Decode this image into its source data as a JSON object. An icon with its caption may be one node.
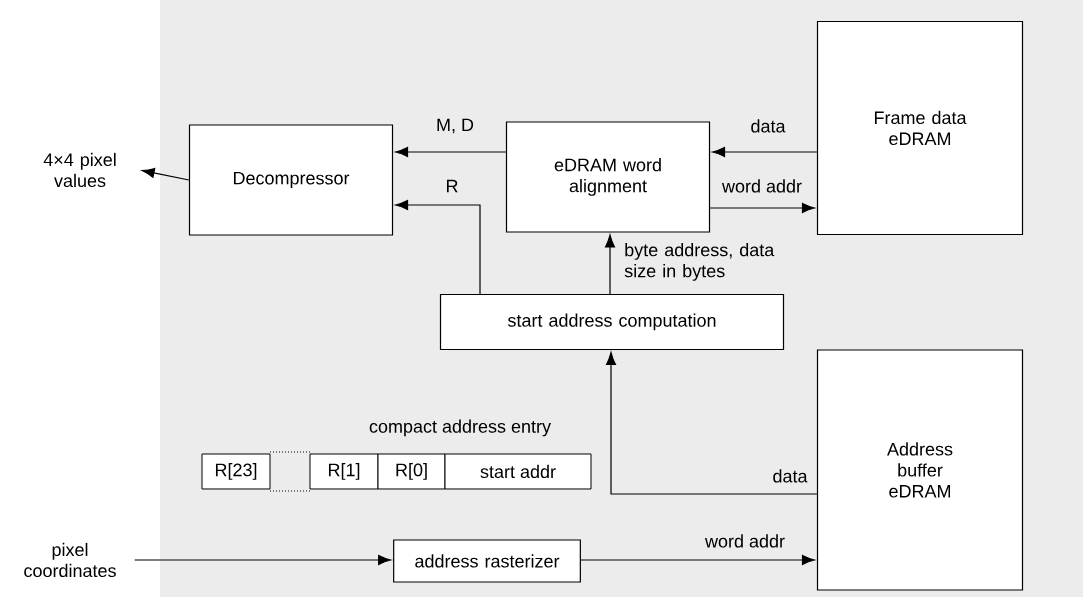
{
  "diagram": {
    "nodes": [
      {
        "text": [
          "4×4 pixel values"
        ]
      },
      {
        "text": [
          "Decompressor"
        ]
      },
      {
        "text": [
          "eDRAM word alignment"
        ]
      },
      {
        "text": [
          "Frame data eDRAM"
        ]
      },
      {
        "text": [
          "start address computation"
        ]
      },
      {
        "text": [
          "Address buffer eDRAM"
        ]
      },
      {
        "text": [
          "pixel coordinates"
        ]
      },
      {
        "text": [
          "address rasterizer"
        ]
      }
    ],
    "edges": [
      {
        "from": 2,
        "to": 1,
        "arrow": "to",
        "label": "M, D"
      },
      {
        "from": 4,
        "to": 1,
        "arrow": "to",
        "label": "R"
      },
      {
        "from": 3,
        "to": 2,
        "arrow": "to",
        "label": "data"
      },
      {
        "from": 2,
        "to": 3,
        "arrow": "to",
        "label": "word addr"
      },
      {
        "from": 4,
        "to": 2,
        "arrow": "to",
        "label": "byte address, data size in bytes"
      },
      {
        "from": 5,
        "to": 4,
        "arrow": "to",
        "label": "data"
      },
      {
        "from": 6,
        "to": 7,
        "arrow": "to"
      },
      {
        "from": 7,
        "to": 5,
        "arrow": "to",
        "label": "word addr"
      },
      {
        "from": 1,
        "to": 0,
        "arrow": "to"
      }
    ],
    "labels": [
      "compact address entry",
      "R[23]",
      "R[1]",
      "R[0]",
      "start addr"
    ]
  }
}
